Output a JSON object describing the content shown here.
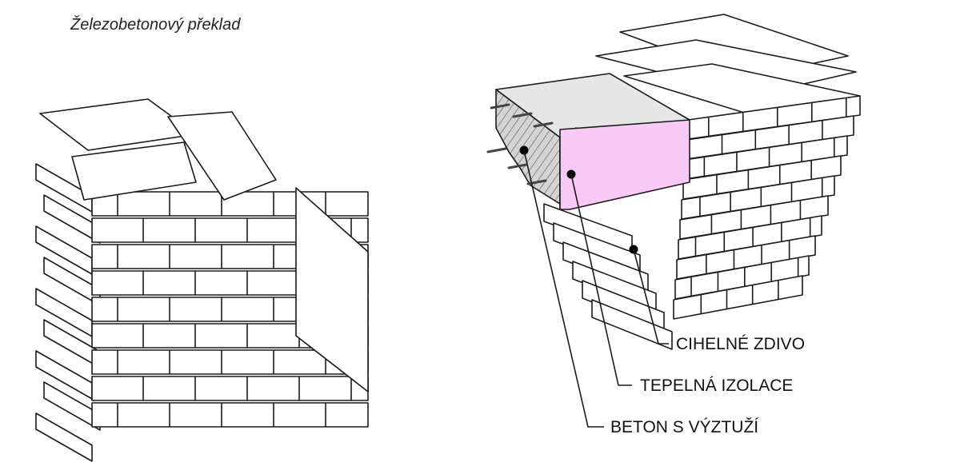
{
  "title": "Železobetonový překlad",
  "labels": {
    "brick_wall": "CIHELNÉ ZDIVO",
    "thermal_insulation": "TEPELNÁ IZOLACE",
    "concrete_reinforcement": "BETON S VÝZTUŽÍ"
  },
  "colors": {
    "outline": "#1a1a1a",
    "brick_face": "#ffffff",
    "insulation": "#f9c9f7",
    "insulation_edge": "#b04fb0",
    "concrete_top": "#e6e6e6",
    "concrete_section": "#d4d4d4",
    "rebar": "#444444"
  }
}
